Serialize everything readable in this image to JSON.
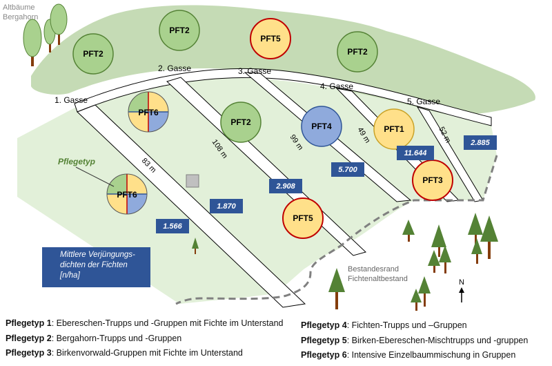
{
  "trees_label": [
    "Altbäume",
    "Bergahorn"
  ],
  "gassen": [
    "1. Gasse",
    "2. Gasse",
    "3. Gasse",
    "4. Gasse",
    "5. Gasse"
  ],
  "lengths": [
    "83 m",
    "108 m",
    "99 m",
    "49 m",
    "52 m"
  ],
  "densities": [
    "1.566",
    "1.870",
    "2.908",
    "5.700",
    "11.644",
    "2.885"
  ],
  "pft_labels": {
    "pft1": "PFT1",
    "pft2": "PFT2",
    "pft3": "PFT3",
    "pft4": "PFT4",
    "pft5": "PFT5",
    "pft6": "PFT6"
  },
  "pflegetyp_label": "Pflegetyp",
  "density_box_lines": [
    "Mittlere Verjüngungs-",
    "dichten der Fichten",
    "[n/ha]"
  ],
  "stand_edge": [
    "Bestandesrand",
    "Fichtenaltbestand"
  ],
  "north": "N",
  "colors": {
    "pft1": "#ffe08a",
    "pft2": "#a9d18e",
    "pft3": "#ffe08a",
    "pft4": "#8faadc",
    "pft5": "#ffe08a",
    "pft1_border": "#c9a227",
    "pft3_border": "#c00000",
    "pft5_border": "#c00000",
    "forest": "#c5dbb5",
    "clearing": "#e2f0d9",
    "density_box": "#2f5597"
  },
  "legend": [
    {
      "bold": "Pflegetyp 1",
      "text": ": Ebereschen-Trupps und -Gruppen mit Fichte im Unterstand"
    },
    {
      "bold": "Pflegetyp 2",
      "text": ": Bergahorn-Trupps und -Gruppen"
    },
    {
      "bold": "Pflegetyp 3",
      "text": ": Birkenvorwald-Gruppen mit Fichte im Unterstand"
    },
    {
      "bold": "Pflegetyp 4",
      "text": ": Fichten-Trupps und –Gruppen"
    },
    {
      "bold": "Pflegetyp 5",
      "text": ": Birken-Ebereschen-Mischtrupps und -gruppen"
    },
    {
      "bold": "Pflegetyp 6",
      "text": ": Intensive Einzelbaummischung in Gruppen"
    }
  ]
}
